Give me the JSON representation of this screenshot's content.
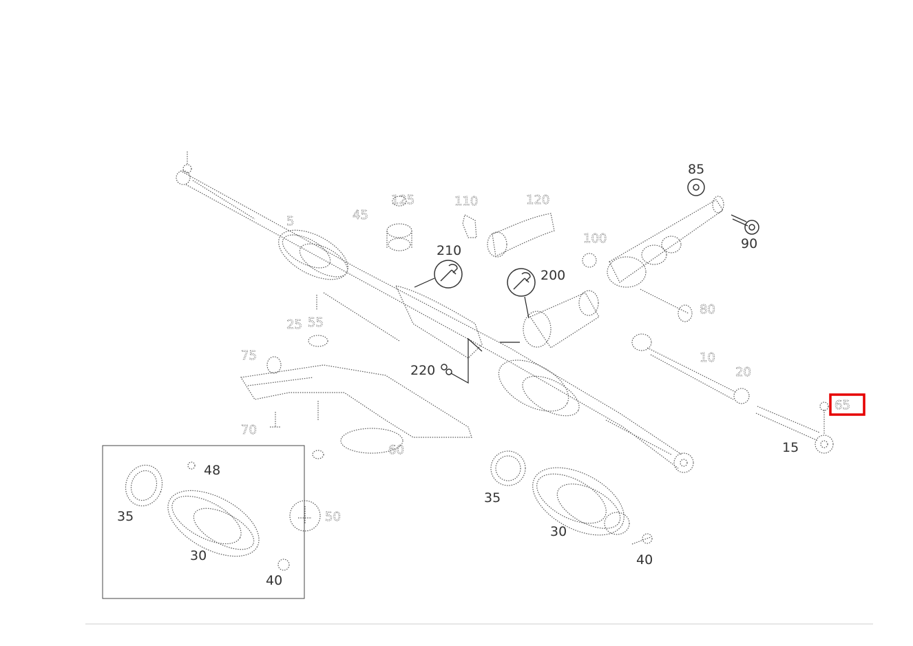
{
  "diagram": {
    "callouts": {
      "c5": "5",
      "c10": "10",
      "c15": "15",
      "c20": "20",
      "c25": "25",
      "c30_main": "30",
      "c30_inset": "30",
      "c35_main": "35",
      "c35_inset": "35",
      "c40_main": "40",
      "c40_inset": "40",
      "c45": "45",
      "c48": "48",
      "c50": "50",
      "c55": "55",
      "c60": "60",
      "c65": "65",
      "c70": "70",
      "c75": "75",
      "c80": "80",
      "c85": "85",
      "c90": "90",
      "c100": "100",
      "c110": "110",
      "c120": "120",
      "c125": "125",
      "c200": "200",
      "c210": "210",
      "c220": "220"
    },
    "selected_callout": "c65",
    "highlight_color": "#e60000",
    "icons": [
      "wrench-icon",
      "wrench-icon"
    ]
  }
}
